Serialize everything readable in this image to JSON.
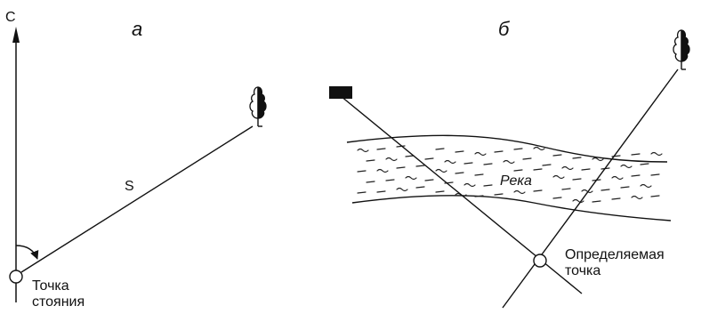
{
  "panel_a": {
    "label": "а",
    "north_label": "С",
    "distance_label": "S",
    "station_label_line1": "Точка",
    "station_label_line2": "стояния"
  },
  "panel_b": {
    "label": "б",
    "river_label": "Река",
    "point_label_line1": "Определяемая",
    "point_label_line2": "точка"
  }
}
